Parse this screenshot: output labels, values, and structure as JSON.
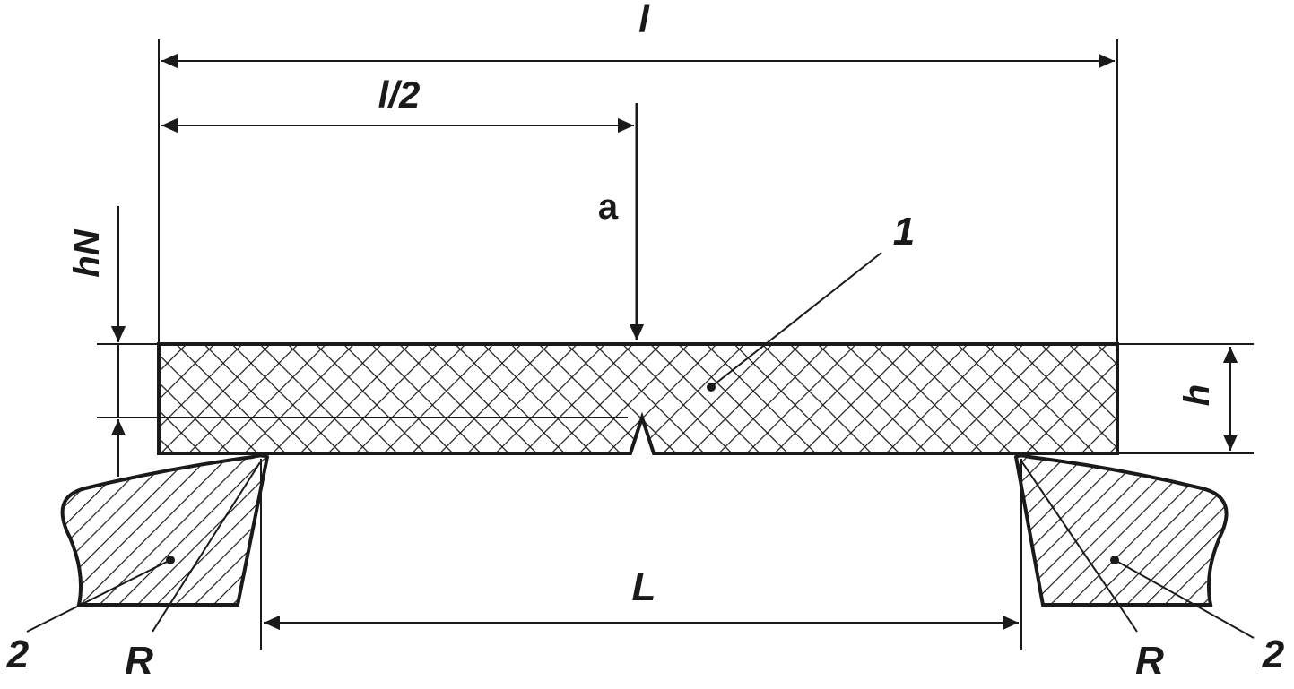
{
  "labels": {
    "span_total": "l",
    "span_half": "l/2",
    "load": "a",
    "specimen_ref": "1",
    "notch_depth": "hN",
    "thickness": "h",
    "support_span": "L",
    "support_ref_left": "2",
    "support_ref_right": "2",
    "radius_left": "R",
    "radius_right": "R"
  },
  "colors": {
    "ink": "#1a1a1a",
    "background": "#ffffff"
  }
}
